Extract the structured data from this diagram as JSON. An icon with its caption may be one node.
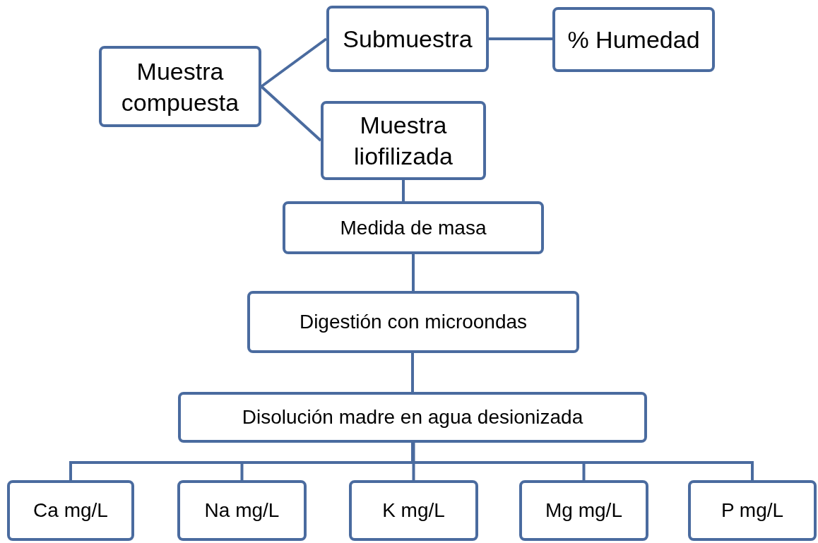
{
  "diagram": {
    "nodes": [
      {
        "text": [
          "Muestra compuesta"
        ]
      },
      {
        "text": [
          "Submuestra"
        ]
      },
      {
        "text": [
          "% Humedad"
        ]
      },
      {
        "text": [
          "Muestra liofilizada"
        ]
      },
      {
        "text": [
          "Medida de masa"
        ]
      },
      {
        "text": [
          "Digestión con microondas"
        ]
      },
      {
        "text": [
          "Disolución madre en agua desionizada"
        ]
      },
      {
        "text": [
          "Ca mg/L"
        ]
      },
      {
        "text": [
          "Na mg/L"
        ]
      },
      {
        "text": [
          "K mg/L"
        ]
      },
      {
        "text": [
          "Mg mg/L"
        ]
      },
      {
        "text": [
          "P mg/L"
        ]
      }
    ],
    "edges": [
      {
        "from": 0,
        "to": 1,
        "arrow": "none"
      },
      {
        "from": 0,
        "to": 3,
        "arrow": "none"
      },
      {
        "from": 1,
        "to": 2,
        "arrow": "none"
      },
      {
        "from": 3,
        "to": 4,
        "arrow": "none"
      },
      {
        "from": 4,
        "to": 5,
        "arrow": "none"
      },
      {
        "from": 5,
        "to": 6,
        "arrow": "none"
      },
      {
        "from": 6,
        "to": 7,
        "arrow": "none"
      },
      {
        "from": 6,
        "to": 8,
        "arrow": "none"
      },
      {
        "from": 6,
        "to": 9,
        "arrow": "none"
      },
      {
        "from": 6,
        "to": 10,
        "arrow": "none"
      },
      {
        "from": 6,
        "to": 11,
        "arrow": "none"
      }
    ]
  }
}
